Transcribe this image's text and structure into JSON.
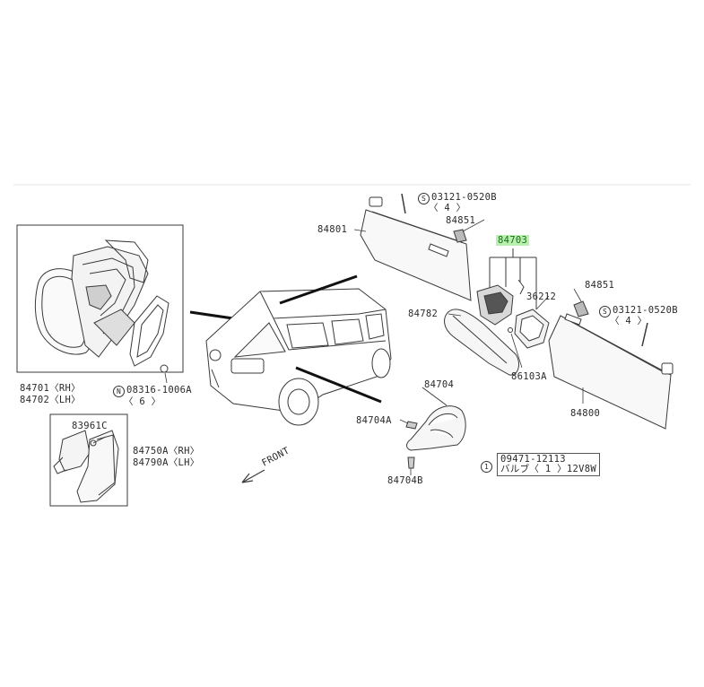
{
  "labels": {
    "p84701": "84701〈RH〉",
    "p84702": "84702〈LH〉",
    "n08316_code": "08316-1006A",
    "n08316_qty": "〈 6 〉",
    "n_symbol": "N",
    "p83961c": "83961C",
    "p84750a": "84750A〈RH〉",
    "p84790a": "84790A〈LH〉",
    "front": "FRONT",
    "p84801": "84801",
    "s03121_left_code": "03121-0520B",
    "s03121_left_qty": "〈 4 〉",
    "s_symbol": "S",
    "p84851_left": "84851",
    "p84703": "84703",
    "p36212": "36212",
    "p84782": "84782",
    "p86103a": "86103A",
    "p84851_right": "84851",
    "s03121_right_code": "03121-0520B",
    "s03121_right_qty": "〈 4 〉",
    "p84800": "84800",
    "p84704": "84704",
    "p84704a": "84704A",
    "p84704b": "84704B",
    "bulb_code": "09471-12113",
    "bulb_desc": "バルブ〈 1 〉12V8W",
    "one_symbol": "1"
  },
  "colors": {
    "line": "#3a3a3a",
    "highlight_bg": "#b9f0b0",
    "highlight_text": "#1a6a1a"
  },
  "icons": [
    "side-mirror-assembly",
    "vehicle-outline",
    "sun-visor",
    "rear-view-mirror",
    "map-lamp",
    "mirror-cover",
    "screw",
    "clip"
  ]
}
